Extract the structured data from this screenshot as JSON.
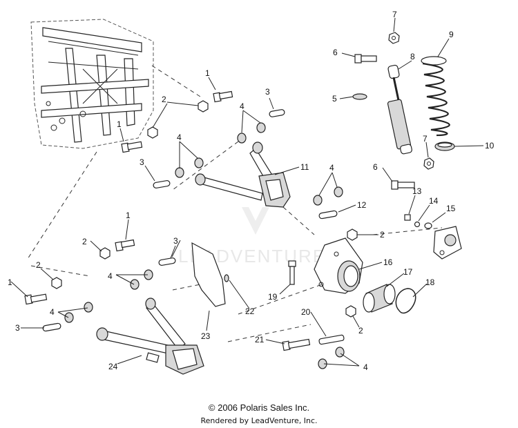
{
  "callouts": [
    {
      "id": "c1a",
      "text": "7"
    },
    {
      "id": "c1b",
      "text": "6"
    },
    {
      "id": "c1c",
      "text": "8"
    },
    {
      "id": "c1d",
      "text": "9"
    },
    {
      "id": "c1e",
      "text": "5"
    },
    {
      "id": "c1f",
      "text": "7"
    },
    {
      "id": "c1g",
      "text": "10"
    },
    {
      "id": "c1h",
      "text": "1"
    },
    {
      "id": "c1i",
      "text": "3"
    },
    {
      "id": "c1j",
      "text": "2"
    },
    {
      "id": "c1k",
      "text": "4"
    },
    {
      "id": "c1l",
      "text": "1"
    },
    {
      "id": "c1m",
      "text": "4"
    },
    {
      "id": "c1n",
      "text": "3"
    },
    {
      "id": "c1o",
      "text": "11"
    },
    {
      "id": "c1p",
      "text": "4"
    },
    {
      "id": "c1q",
      "text": "6"
    },
    {
      "id": "c1r",
      "text": "12"
    },
    {
      "id": "c1s",
      "text": "13"
    },
    {
      "id": "c1t",
      "text": "14"
    },
    {
      "id": "c1u",
      "text": "15"
    },
    {
      "id": "c1v",
      "text": "1"
    },
    {
      "id": "c1w",
      "text": "2"
    },
    {
      "id": "c1x",
      "text": "3"
    },
    {
      "id": "c1y",
      "text": "2"
    },
    {
      "id": "c1z",
      "text": "16"
    },
    {
      "id": "c2a",
      "text": "4"
    },
    {
      "id": "c2b",
      "text": "2"
    },
    {
      "id": "c2c",
      "text": "1"
    },
    {
      "id": "c2d",
      "text": "19"
    },
    {
      "id": "c2e",
      "text": "17"
    },
    {
      "id": "c2f",
      "text": "18"
    },
    {
      "id": "c2g",
      "text": "4"
    },
    {
      "id": "c2h",
      "text": "22"
    },
    {
      "id": "c2i",
      "text": "20"
    },
    {
      "id": "c2j",
      "text": "2"
    },
    {
      "id": "c2k",
      "text": "3"
    },
    {
      "id": "c2l",
      "text": "23"
    },
    {
      "id": "c2m",
      "text": "21"
    },
    {
      "id": "c2n",
      "text": "24"
    },
    {
      "id": "c2o",
      "text": "4"
    }
  ],
  "watermark": "LEADVENTURE",
  "footer": {
    "copyright": "© 2006 Polaris Sales Inc.",
    "rendered_by": "Rendered by LeadVenture, Inc."
  }
}
